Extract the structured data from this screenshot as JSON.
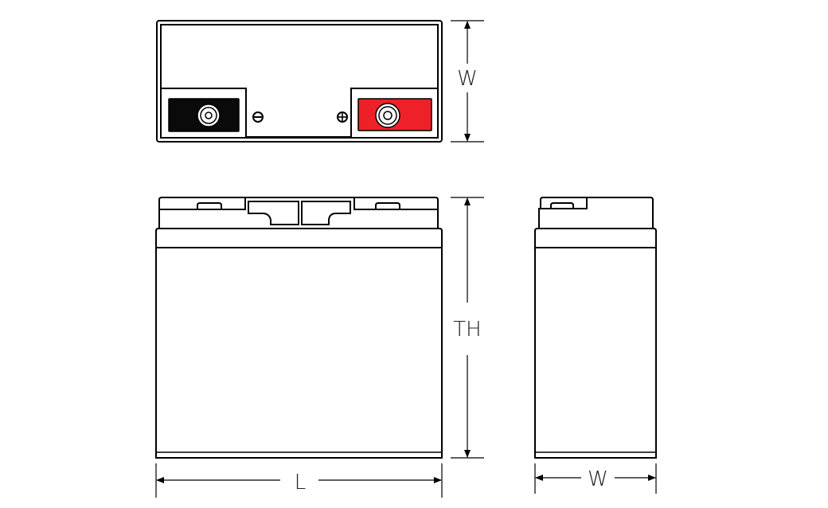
{
  "labels": {
    "top_width": "W",
    "total_height": "TH",
    "length": "L",
    "side_width": "W"
  },
  "terminals": {
    "negative_symbol": "minus-icon",
    "positive_symbol": "plus-icon"
  },
  "colors": {
    "negative_terminal": "#0a0a0a",
    "positive_terminal": "#ee2129",
    "line": "#000000"
  }
}
